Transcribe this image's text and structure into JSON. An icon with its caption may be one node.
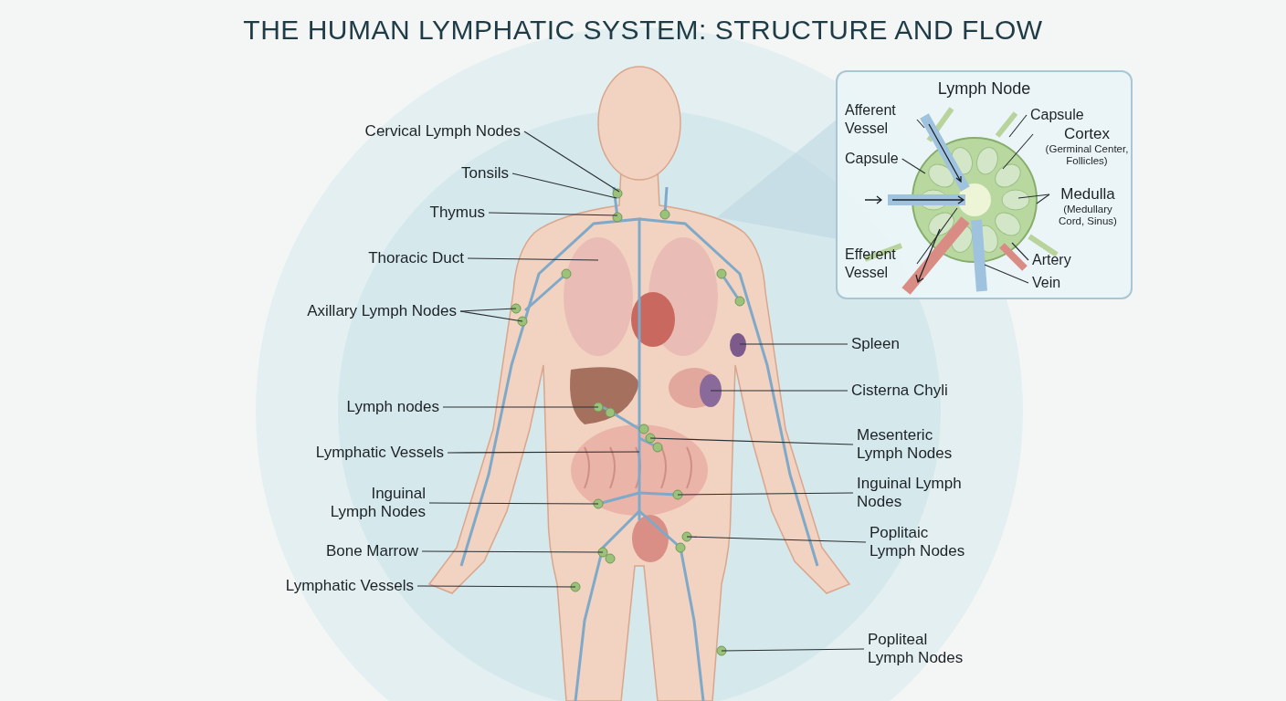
{
  "diagram": {
    "title": "THE HUMAN LYMPHATIC SYSTEM: STRUCTURE AND FLOW",
    "nodes": [
      {
        "text": [
          "Cervical Lymph Nodes"
        ]
      },
      {
        "text": [
          "Tonsils"
        ]
      },
      {
        "text": [
          "Thymus"
        ]
      },
      {
        "text": [
          "Thoracic Duct"
        ]
      },
      {
        "text": [
          "Axillary Lymph Nodes"
        ]
      },
      {
        "text": [
          "Lymph nodes"
        ]
      },
      {
        "text": [
          "Lymphatic Vessels"
        ]
      },
      {
        "text": [
          "Inguinal Lymph Nodes"
        ]
      },
      {
        "text": [
          "Bone Marrow"
        ]
      },
      {
        "text": [
          "Lymphatic Vessels"
        ]
      },
      {
        "text": [
          "Spleen"
        ]
      },
      {
        "text": [
          "Cisterna Chyli"
        ]
      },
      {
        "text": [
          "Mesenteric Lymph Nodes"
        ]
      },
      {
        "text": [
          "Inguinal Lymph Nodes"
        ]
      },
      {
        "text": [
          "Poplitaic Lymph Nodes"
        ]
      },
      {
        "text": [
          "Popliteal Lymph Nodes"
        ]
      },
      {
        "text": [
          "Lymph Node"
        ]
      },
      {
        "text": [
          "Afferent Vessel"
        ],
        "in": 16
      },
      {
        "text": [
          "Capsule"
        ],
        "in": 16
      },
      {
        "text": [
          "Efferent Vessel"
        ],
        "in": 16
      },
      {
        "text": [
          "Capsule"
        ],
        "in": 16
      },
      {
        "text": [
          "Cortex",
          "(Germinal Center, Follicles)"
        ],
        "in": 16
      },
      {
        "text": [
          "Medulla",
          "(Medullary Cord, Sinus)"
        ],
        "in": 16
      },
      {
        "text": [
          "Artery"
        ],
        "in": 16
      },
      {
        "text": [
          "Vein"
        ],
        "in": 16
      }
    ],
    "edges": [
      {
        "from": 0,
        "to": null,
        "arrow": "none"
      },
      {
        "from": 1,
        "to": null,
        "arrow": "none"
      },
      {
        "from": 2,
        "to": null,
        "arrow": "none"
      },
      {
        "from": 3,
        "to": null,
        "arrow": "none"
      },
      {
        "from": 4,
        "to": null,
        "arrow": "none"
      },
      {
        "from": 4,
        "to": null,
        "arrow": "none"
      },
      {
        "from": 5,
        "to": null,
        "arrow": "none"
      },
      {
        "from": 6,
        "to": null,
        "arrow": "none"
      },
      {
        "from": 7,
        "to": null,
        "arrow": "none"
      },
      {
        "from": 8,
        "to": null,
        "arrow": "none"
      },
      {
        "from": 9,
        "to": null,
        "arrow": "none"
      },
      {
        "from": 10,
        "to": null,
        "arrow": "none"
      },
      {
        "from": 11,
        "to": null,
        "arrow": "none"
      },
      {
        "from": 12,
        "to": null,
        "arrow": "none"
      },
      {
        "from": 13,
        "to": null,
        "arrow": "none"
      },
      {
        "from": 14,
        "to": null,
        "arrow": "none"
      },
      {
        "from": 15,
        "to": null,
        "arrow": "none"
      },
      {
        "from": 17,
        "to": null,
        "arrow": "none"
      },
      {
        "from": 18,
        "to": null,
        "arrow": "none"
      },
      {
        "from": 19,
        "to": null,
        "arrow": "none"
      },
      {
        "from": 20,
        "to": null,
        "arrow": "none"
      },
      {
        "from": 21,
        "to": null,
        "arrow": "none"
      },
      {
        "from": 22,
        "to": null,
        "arrow": "none"
      },
      {
        "from": 22,
        "to": null,
        "arrow": "none"
      },
      {
        "from": 23,
        "to": null,
        "arrow": "none"
      },
      {
        "from": 24,
        "to": null,
        "arrow": "none"
      }
    ]
  }
}
